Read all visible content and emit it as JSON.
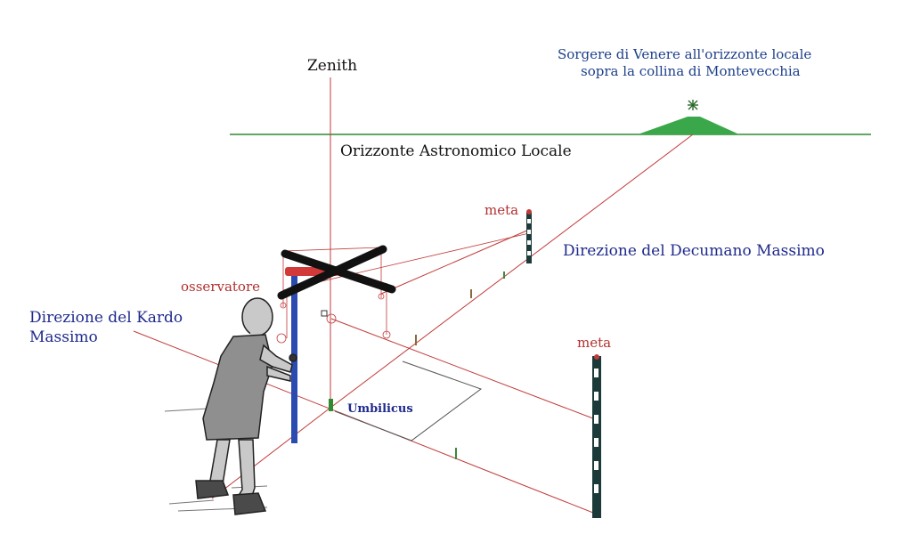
{
  "labels": {
    "zenith": "Zenith",
    "venus_line1": "Sorgere di Venere all'orizzonte locale",
    "venus_line2": "sopra la collina di Montevecchia",
    "horizon": "Orizzonte Astronomico Locale",
    "meta_top": "meta",
    "decumano": "Direzione del Decumano Massimo",
    "observer": "osservatore",
    "kardo_line1": "Direzione del Kardo",
    "kardo_line2": "Massimo",
    "meta_bottom": "meta",
    "umbilicus": "Umbilicus"
  },
  "colors": {
    "horizon_line": "#2e8b2e",
    "hill": "#3aa84a",
    "sight_line": "#c23a3a",
    "groma_pole": "#2c4bb0",
    "cross": "#111111",
    "label_blue": "#1f2a8c",
    "label_red": "#b23030"
  },
  "icons": {
    "venus_star": "star-icon"
  }
}
